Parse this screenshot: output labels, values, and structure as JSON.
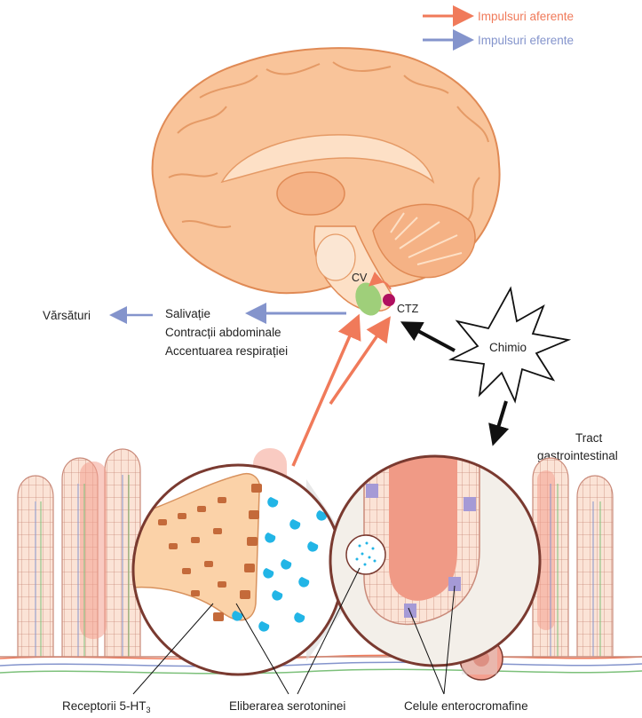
{
  "legend": {
    "afferent_label": "Impulsuri aferente",
    "efferent_label": "Impulsuri eferente",
    "afferent_color": "#f07a5a",
    "efferent_color": "#8494cc"
  },
  "brain": {
    "cv_label": "CV",
    "ctz_label": "CTZ"
  },
  "responses": {
    "vomiting": "Vărsături",
    "effects": [
      "Salivație",
      "Contracții abdominale",
      "Accentuarea respirației"
    ]
  },
  "chemo_label": "Chimio",
  "gi_tract": {
    "line1": "Tract",
    "line2": "gastrointestinal"
  },
  "bottom_labels": {
    "receptors_main": "Receptorii 5-HT",
    "receptors_sub": "3",
    "serotonin_release": "Eliberarea serotoninei",
    "enterochromaffin": "Celule enterocromafine"
  },
  "colors": {
    "brain": "#f9c49a",
    "brain_dark": "#ee9f6a",
    "cv": "#9fcf7a",
    "ctz": "#b01060",
    "serotonin": "#22b5e6",
    "tissue": "#f4a090"
  }
}
